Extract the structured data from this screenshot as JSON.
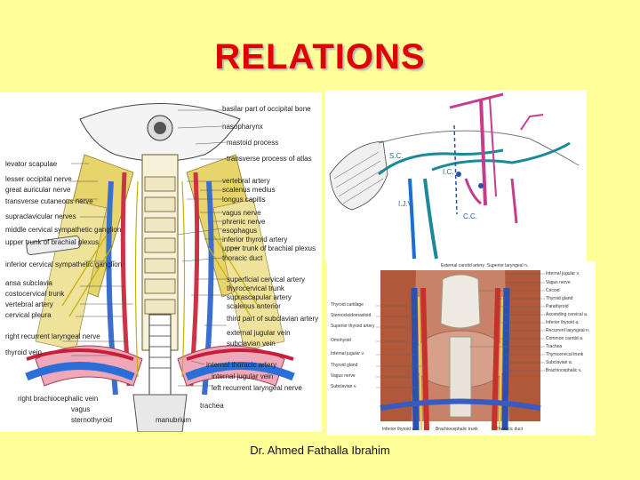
{
  "slide": {
    "title": "RELATIONS",
    "footer": "Dr. Ahmed Fathalla Ibrahim",
    "colors": {
      "background": "#ffff99",
      "title": "#e00000"
    }
  },
  "figure_left": {
    "labels_right": [
      "basilar part of occipital bone",
      "nasopharynx",
      "mastoid process",
      "transverse process of atlas",
      "vertebral artery",
      "scalenus medius",
      "longus capitis",
      "vagus nerve",
      "phrenic nerve",
      "esophagus",
      "inferior thyroid artery",
      "upper trunk of brachial plexus",
      "thoracic duct",
      "superficial cervical artery",
      "thyrocervical trunk",
      "suprascapular artery",
      "scalenus anterior",
      "third part of subclavian artery",
      "external jugular vein",
      "subclavian vein",
      "internal thoracic artery",
      "internal jugular vein",
      "left recurrent laryngeal nerve",
      "trachea",
      "manubrium"
    ],
    "labels_left": [
      "levator scapulae",
      "lesser occipital nerve",
      "great auricular nerve",
      "transverse cutaneous nerve",
      "supraclavicular nerves",
      "middle cervical sympathetic ganglion",
      "upper trunk of brachial plexus",
      "inferior cervical sympathetic ganglion",
      "ansa subclavia",
      "costocervical trunk",
      "vertebral artery",
      "cervical pleura",
      "right recurrent laryngeal nerve",
      "thyroid vein",
      "right brachiocephalic vein",
      "vagus",
      "sternothyroid"
    ]
  },
  "figure_top_right": {
    "sketch_labels": [
      "S.C.",
      "I.J.V.",
      "C.C.",
      "I.C."
    ]
  },
  "figure_bottom_right": {
    "labels_top": [
      "External carotid artery",
      "Superior laryngeal n."
    ],
    "labels_left": [
      "Thyroid cartilage",
      "Sternocleidomastoid",
      "Superior thyroid artery",
      "Omohyoid",
      "Internal jugular v.",
      "Thyroid gland",
      "Vagus nerve",
      "Subclavian v."
    ],
    "labels_right": [
      "Internal jugular v.",
      "Vagus nerve",
      "Cricoid",
      "Thyroid gland",
      "Parathyroid",
      "Ascending cervical a.",
      "Inferior thyroid a.",
      "Recurrent laryngeal n.",
      "Common carotid a.",
      "Trachea",
      "Thyrocervical trunk",
      "Subclavian a.",
      "Brachiocephalic v."
    ],
    "labels_bottom": [
      "Inferior thyroid v.",
      "Brachiocephalic trunk",
      "Thoracic duct"
    ]
  }
}
